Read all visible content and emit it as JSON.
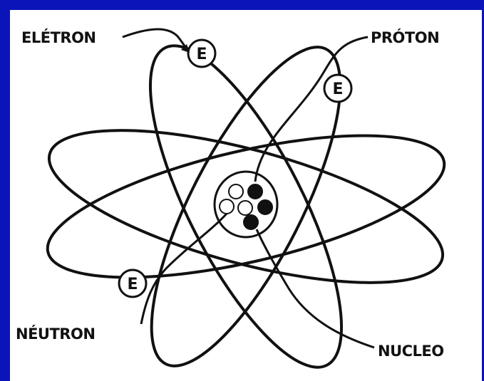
{
  "labels": {
    "electron": "ELÉTRON",
    "proton": "PRÓTON",
    "neutron": "NÉUTRON",
    "nucleus": "NUCLEO"
  },
  "electron_symbol": "E",
  "colors": {
    "border": "#0a14b8",
    "background": "#ffffff",
    "ink": "#111111"
  },
  "nucleus": {
    "protons": 3,
    "neutrons": 3
  }
}
